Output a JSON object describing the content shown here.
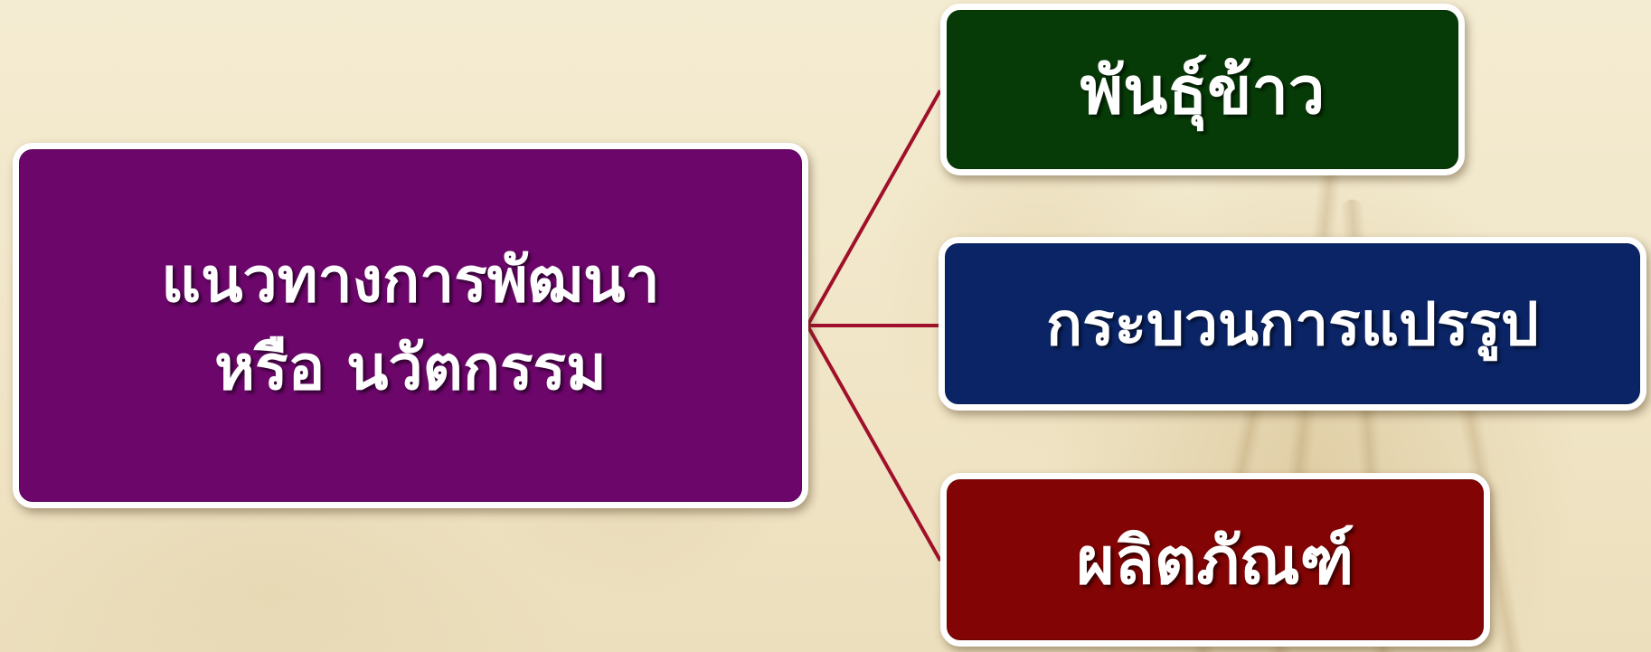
{
  "diagram": {
    "central_node": {
      "line1": "แนวทางการพัฒนา",
      "line2": "หรือ นวัตกรรม",
      "color": "#6c066b"
    },
    "branches": [
      {
        "label": "พันธุ์ข้าว",
        "color": "#063a06"
      },
      {
        "label": "กระบวนการแปรรูป",
        "color": "#0a2466"
      },
      {
        "label": "ผลิตภัณฑ์",
        "color": "#820404"
      }
    ],
    "connector_color": "#a0102a",
    "background_color": "#f2e8cb"
  }
}
